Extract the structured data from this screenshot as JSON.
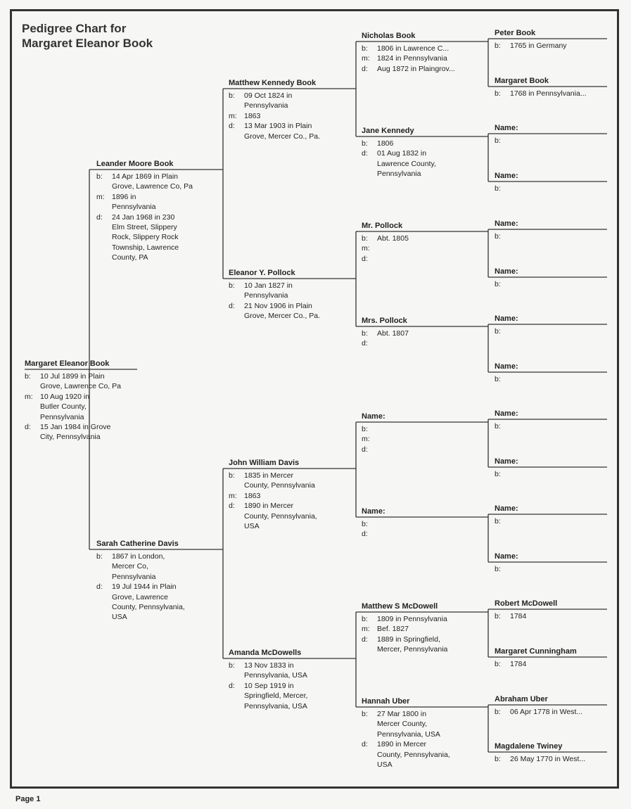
{
  "chart": {
    "title_line1": "Pedigree Chart for",
    "title_line2": "Margaret Eleanor Book"
  },
  "persons": {
    "p1": {
      "name": "Margaret Eleanor Book",
      "facts": [
        {
          "label": "b:",
          "value": "10 Jul 1899 in Plain\nGrove, Lawrence Co, Pa"
        },
        {
          "label": "m:",
          "value": "10 Aug 1920 in\nButler County,\nPennsylvania"
        },
        {
          "label": "d:",
          "value": "15 Jan 1984 in Grove\nCity, Pennsylvania"
        }
      ]
    },
    "p2": {
      "name": "Leander Moore Book",
      "facts": [
        {
          "label": "b:",
          "value": "14 Apr 1869 in Plain\nGrove, Lawrence Co, Pa"
        },
        {
          "label": "m:",
          "value": "1896 in\nPennsylvania"
        },
        {
          "label": "d:",
          "value": "24 Jan 1968 in 230\nElm Street, Slippery\nRock, Slippery Rock\nTownship, Lawrence\nCounty, PA"
        }
      ]
    },
    "p3": {
      "name": "Sarah Catherine Davis",
      "facts": [
        {
          "label": "b:",
          "value": "1867 in London,\nMercer Co,\nPennsylvania"
        },
        {
          "label": "d:",
          "value": "19 Jul 1944 in Plain\nGrove, Lawrence\nCounty, Pennsylvania,\nUSA"
        }
      ]
    },
    "p4": {
      "name": "Matthew Kennedy Book",
      "facts": [
        {
          "label": "b:",
          "value": "09 Oct 1824 in\nPennsylvania"
        },
        {
          "label": "m:",
          "value": "1863"
        },
        {
          "label": "d:",
          "value": "13 Mar 1903 in Plain\nGrove, Mercer Co., Pa."
        }
      ]
    },
    "p5": {
      "name": "Eleanor Y. Pollock",
      "facts": [
        {
          "label": "b:",
          "value": "10 Jan 1827 in\nPennsylvania"
        },
        {
          "label": "d:",
          "value": "21 Nov 1906 in Plain\nGrove, Mercer Co., Pa."
        }
      ]
    },
    "p6": {
      "name": "John William Davis",
      "facts": [
        {
          "label": "b:",
          "value": "1835 in Mercer\nCounty, Pennsylvania"
        },
        {
          "label": "m:",
          "value": "1863"
        },
        {
          "label": "d:",
          "value": "1890 in Mercer\nCounty, Pennsylvania,\nUSA"
        }
      ]
    },
    "p7": {
      "name": "Amanda McDowells",
      "facts": [
        {
          "label": "b:",
          "value": "13 Nov 1833 in\nPennsylvania, USA"
        },
        {
          "label": "d:",
          "value": "10 Sep 1919 in\nSpringfield, Mercer,\nPennsylvania, USA"
        }
      ]
    },
    "p8": {
      "name": "Nicholas Book",
      "facts": [
        {
          "label": "b:",
          "value": "1806  in  Lawrence  C..."
        },
        {
          "label": "m:",
          "value": "1824 in Pennsylvania"
        },
        {
          "label": "d:",
          "value": "Aug 1872  in  Plaingrov..."
        }
      ]
    },
    "p9": {
      "name": "Jane Kennedy",
      "facts": [
        {
          "label": "b:",
          "value": "1806"
        },
        {
          "label": "d:",
          "value": "01 Aug 1832 in\nLawrence County,\nPennsylvania"
        }
      ]
    },
    "p10": {
      "name": "Mr. Pollock",
      "facts": [
        {
          "label": "b:",
          "value": "Abt. 1805"
        },
        {
          "label": "m:",
          "value": ""
        },
        {
          "label": "d:",
          "value": ""
        }
      ]
    },
    "p11": {
      "name": "Mrs. Pollock",
      "facts": [
        {
          "label": "b:",
          "value": "Abt. 1807"
        },
        {
          "label": "d:",
          "value": ""
        }
      ]
    },
    "p12": {
      "name": "Name:",
      "facts": [
        {
          "label": "b:",
          "value": ""
        },
        {
          "label": "m:",
          "value": ""
        },
        {
          "label": "d:",
          "value": ""
        }
      ]
    },
    "p13": {
      "name": "Name:",
      "facts": [
        {
          "label": "b:",
          "value": ""
        },
        {
          "label": "d:",
          "value": ""
        }
      ]
    },
    "p14": {
      "name": "Matthew S McDowell",
      "facts": [
        {
          "label": "b:",
          "value": "1809 in Pennsylvania"
        },
        {
          "label": "m:",
          "value": "Bef. 1827"
        },
        {
          "label": "d:",
          "value": "1889 in Springfield,\nMercer, Pennsylvania"
        }
      ]
    },
    "p15": {
      "name": "Hannah Uber",
      "facts": [
        {
          "label": "b:",
          "value": "27 Mar 1800 in\nMercer County,\nPennsylvania, USA"
        },
        {
          "label": "d:",
          "value": "1890 in Mercer\nCounty, Pennsylvania,\nUSA"
        }
      ]
    },
    "p16": {
      "name": "Peter Book",
      "facts": [
        {
          "label": "b:",
          "value": "1765 in Germany"
        }
      ]
    },
    "p17": {
      "name": "Margaret Book",
      "facts": [
        {
          "label": "b:",
          "value": "1768  in  Pennsylvania..."
        }
      ]
    },
    "p18": {
      "name": "Name:",
      "facts": [
        {
          "label": "b:",
          "value": ""
        }
      ]
    },
    "p19": {
      "name": "Name:",
      "facts": [
        {
          "label": "b:",
          "value": ""
        }
      ]
    },
    "p20": {
      "name": "Name:",
      "facts": [
        {
          "label": "b:",
          "value": ""
        }
      ]
    },
    "p21": {
      "name": "Name:",
      "facts": [
        {
          "label": "b:",
          "value": ""
        }
      ]
    },
    "p22": {
      "name": "Name:",
      "facts": [
        {
          "label": "b:",
          "value": ""
        }
      ]
    },
    "p23": {
      "name": "Name:",
      "facts": [
        {
          "label": "b:",
          "value": ""
        }
      ]
    },
    "p24": {
      "name": "Name:",
      "facts": [
        {
          "label": "b:",
          "value": ""
        }
      ]
    },
    "p25": {
      "name": "Name:",
      "facts": [
        {
          "label": "b:",
          "value": ""
        }
      ]
    },
    "p26": {
      "name": "Name:",
      "facts": [
        {
          "label": "b:",
          "value": ""
        }
      ]
    },
    "p27": {
      "name": "Name:",
      "facts": [
        {
          "label": "b:",
          "value": ""
        }
      ]
    },
    "p28": {
      "name": "Robert McDowell",
      "facts": [
        {
          "label": "b:",
          "value": "1784"
        }
      ]
    },
    "p29": {
      "name": "Margaret Cunningham",
      "facts": [
        {
          "label": "b:",
          "value": "1784"
        }
      ]
    },
    "p30": {
      "name": "Abraham Uber",
      "facts": [
        {
          "label": "b:",
          "value": "06 Apr 1778  in  West..."
        }
      ]
    },
    "p31": {
      "name": "Magdalene Twiney",
      "facts": [
        {
          "label": "b:",
          "value": "26 May 1770  in  West..."
        }
      ]
    }
  },
  "footer": {
    "page_label": "Page 1"
  }
}
